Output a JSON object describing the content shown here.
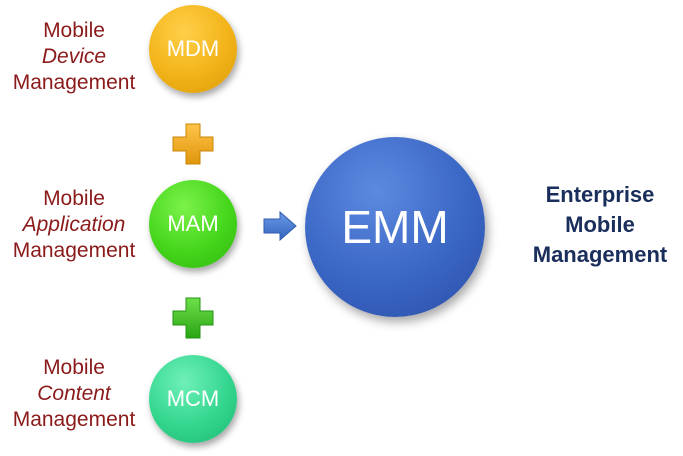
{
  "left_labels": [
    {
      "line1": "Mobile",
      "line2": "Device",
      "line3": "Management"
    },
    {
      "line1": "Mobile",
      "line2": "Application",
      "line3": "Management"
    },
    {
      "line1": "Mobile",
      "line2": "Content",
      "line3": "Management"
    }
  ],
  "circles": {
    "mdm": "MDM",
    "mam": "MAM",
    "mcm": "MCM",
    "emm": "EMM"
  },
  "result": {
    "line1": "Enterprise",
    "line2": "Mobile",
    "line3": "Management"
  },
  "colors": {
    "label_text": "#8b1a1a",
    "result_text": "#1a2e5c",
    "mdm": "#f2b318",
    "mam": "#45d61c",
    "mcm": "#33d68e",
    "emm": "#3a66c4",
    "plus_orange": "#f0a818",
    "plus_green": "#3cc41c",
    "arrow": "#4a7fd6"
  },
  "icons": {
    "plus_1": "plus-icon",
    "plus_2": "plus-icon",
    "arrow": "arrow-right-icon"
  }
}
